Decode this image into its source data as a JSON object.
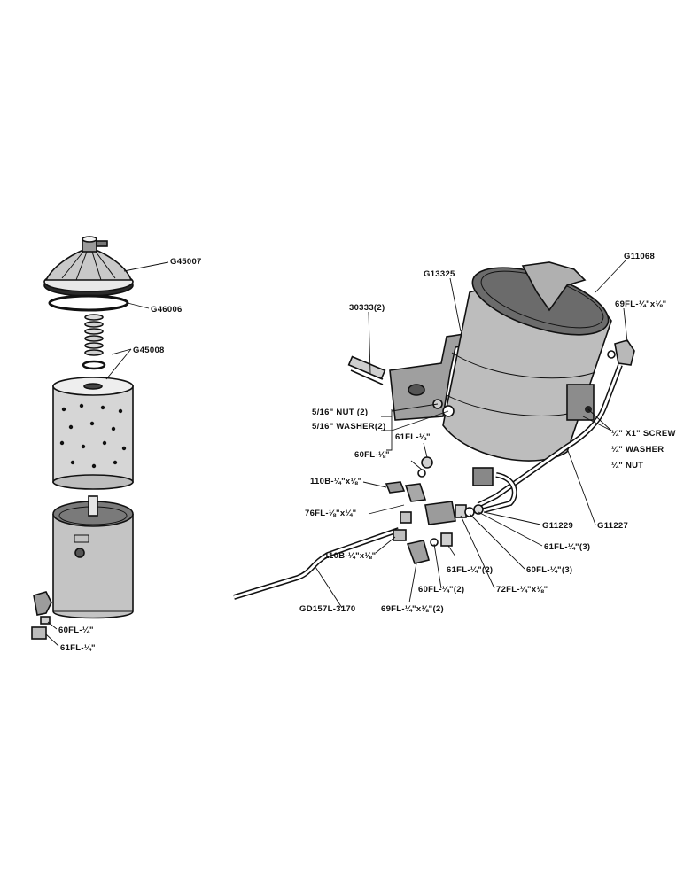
{
  "labels": {
    "g45007": "G45007",
    "g46006": "G46006",
    "g45008": "G45008",
    "fl60_left": "60FL-¼\"",
    "fl61_left": "61FL-¼\"",
    "g13325": "G13325",
    "g11068": "G11068",
    "s30333": "30333(2)",
    "fl69_top": "69FL-¼\"x⅛\"",
    "nut2": "5/16\" NUT (2)",
    "washer2": "5/16\" WASHER(2)",
    "screw": "¼\" X1\" SCREW",
    "washer": "¼\" WASHER",
    "nut": "¼\" NUT",
    "fl61_mid": "61FL-⅛\"",
    "fl60_mid": "60FL-⅛\"",
    "b110_top": "110B-¼\"x⅛\"",
    "fl76": "76FL-⅛\"x¼\"",
    "g11229": "G11229",
    "g11227": "G11227",
    "fl61_3": "61FL-¼\"(3)",
    "fl60_3": "60FL-¼\"(3)",
    "b110_bot": "110B-¼\"x⅛\"",
    "fl61_2": "61FL-¼\"(2)",
    "fl60_2": "60FL-¼\"(2)",
    "fl72": "72FL-¼\"x⅛\"",
    "fl69_bot": "69FL-¼\"x⅛\"(2)",
    "gd157l": "GD157L-3170"
  }
}
